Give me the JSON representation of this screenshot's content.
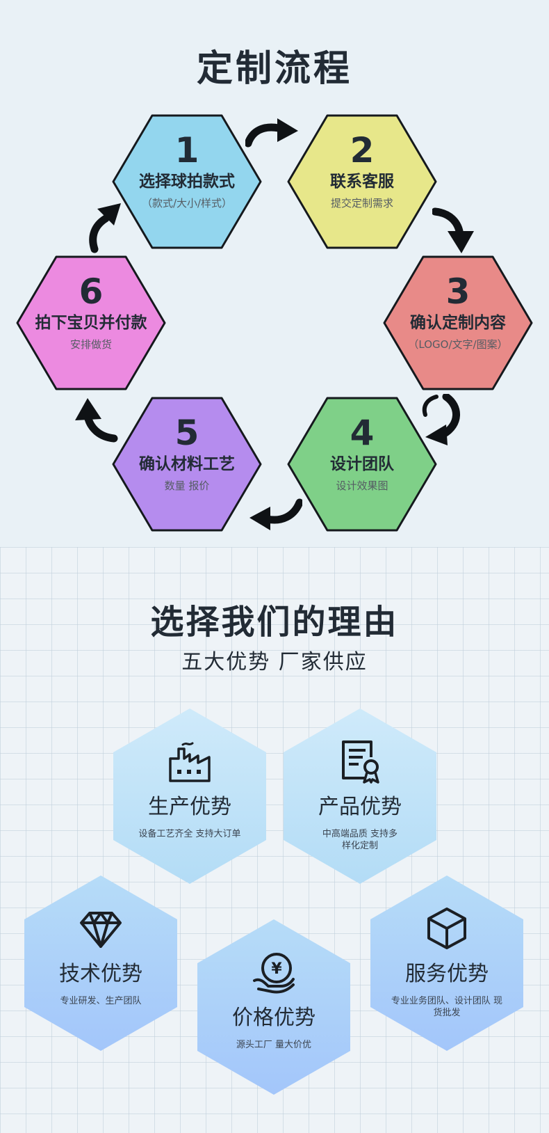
{
  "process": {
    "title": "定制流程",
    "steps": [
      {
        "num": "1",
        "name": "选择球拍款式",
        "sub": "（款式/大小/样式）",
        "color": "#93d6ee"
      },
      {
        "num": "2",
        "name": "联系客服",
        "sub": "提交定制需求",
        "color": "#e7e78a"
      },
      {
        "num": "3",
        "name": "确认定制内容",
        "sub": "（LOGO/文字/图案）",
        "color": "#e88a88"
      },
      {
        "num": "4",
        "name": "设计团队",
        "sub": "设计效果图",
        "color": "#7fd088"
      },
      {
        "num": "5",
        "name": "确认材料工艺",
        "sub": "数量 报价",
        "color": "#b58cee"
      },
      {
        "num": "6",
        "name": "拍下宝贝并付款",
        "sub": "安排做货",
        "color": "#ec8ae0"
      }
    ]
  },
  "reasons": {
    "title": "选择我们的理由",
    "subtitle": "五大优势 厂家供应",
    "cards": [
      {
        "icon": "factory-icon",
        "title": "生产优势",
        "desc": "设备工艺齐全 支持大订单"
      },
      {
        "icon": "certificate-icon",
        "title": "产品优势",
        "desc": "中高端品质 支持多样化定制"
      },
      {
        "icon": "diamond-icon",
        "title": "技术优势",
        "desc": "专业研发、生产团队"
      },
      {
        "icon": "yen-coin-hand-icon",
        "title": "价格优势",
        "desc": "源头工厂 量大价优"
      },
      {
        "icon": "box-icon",
        "title": "服务优势",
        "desc": "专业业务团队、设计团队 现货批发"
      }
    ]
  }
}
